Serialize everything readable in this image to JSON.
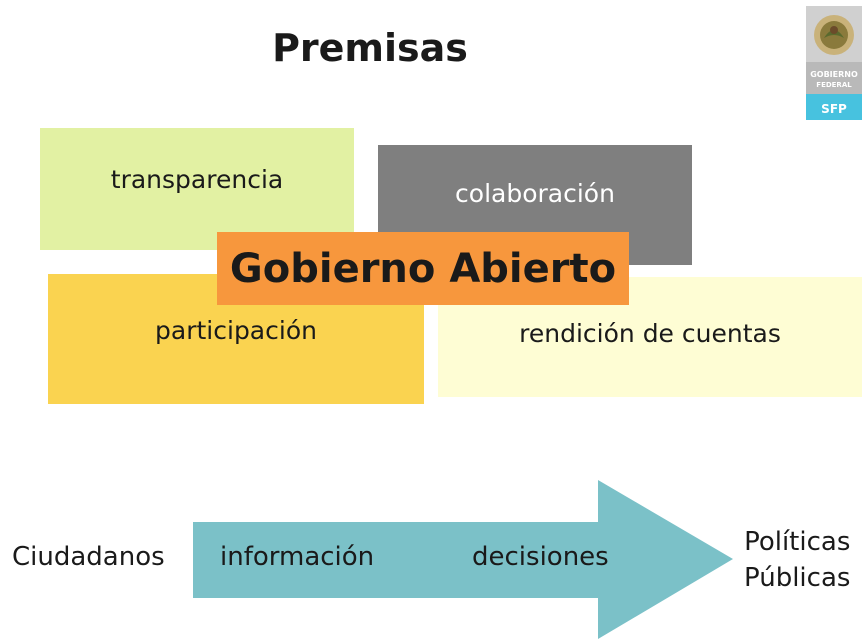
{
  "title": "Premisas",
  "boxes": {
    "transparencia": "transparencia",
    "colaboracion": "colaboración",
    "participacion": "participación",
    "rendicion": "rendición de cuentas"
  },
  "center_label": "Gobierno Abierto",
  "flow": {
    "start": "Ciudadanos",
    "step1": "información",
    "step2": "decisiones",
    "end_line1": "Políticas",
    "end_line2": "Públicas"
  },
  "logo": {
    "line1": "GOBIERNO",
    "line2": "FEDERAL",
    "badge": "SFP"
  },
  "colors": {
    "transparencia": "#e2f1a3",
    "colaboracion": "#7f7f7f",
    "participacion": "#fad350",
    "rendicion": "#fefdd4",
    "gobierno": "#f7973d",
    "arrow": "#7bc1c8",
    "logo_badge": "#47c2df"
  }
}
